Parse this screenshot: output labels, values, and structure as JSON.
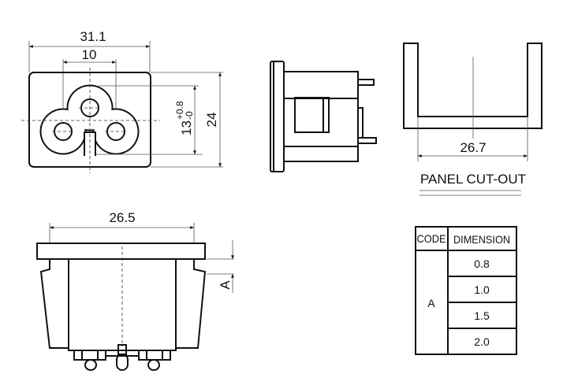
{
  "front_view": {
    "width_dim": "31.1",
    "pin_spacing_dim": "10",
    "inner_height_dim": "13",
    "inner_height_tol_plus": "+0.8",
    "inner_height_tol_minus": "-0",
    "height_dim": "24"
  },
  "panel_cutout": {
    "width_dim": "26.7",
    "title": "PANEL CUT-OUT"
  },
  "bottom_view": {
    "width_dim": "26.5",
    "thickness_label": "A"
  },
  "table": {
    "headers": [
      "CODE",
      "DIMENSION"
    ],
    "code": "A",
    "values": [
      "0.8",
      "1.0",
      "1.5",
      "2.0"
    ]
  }
}
